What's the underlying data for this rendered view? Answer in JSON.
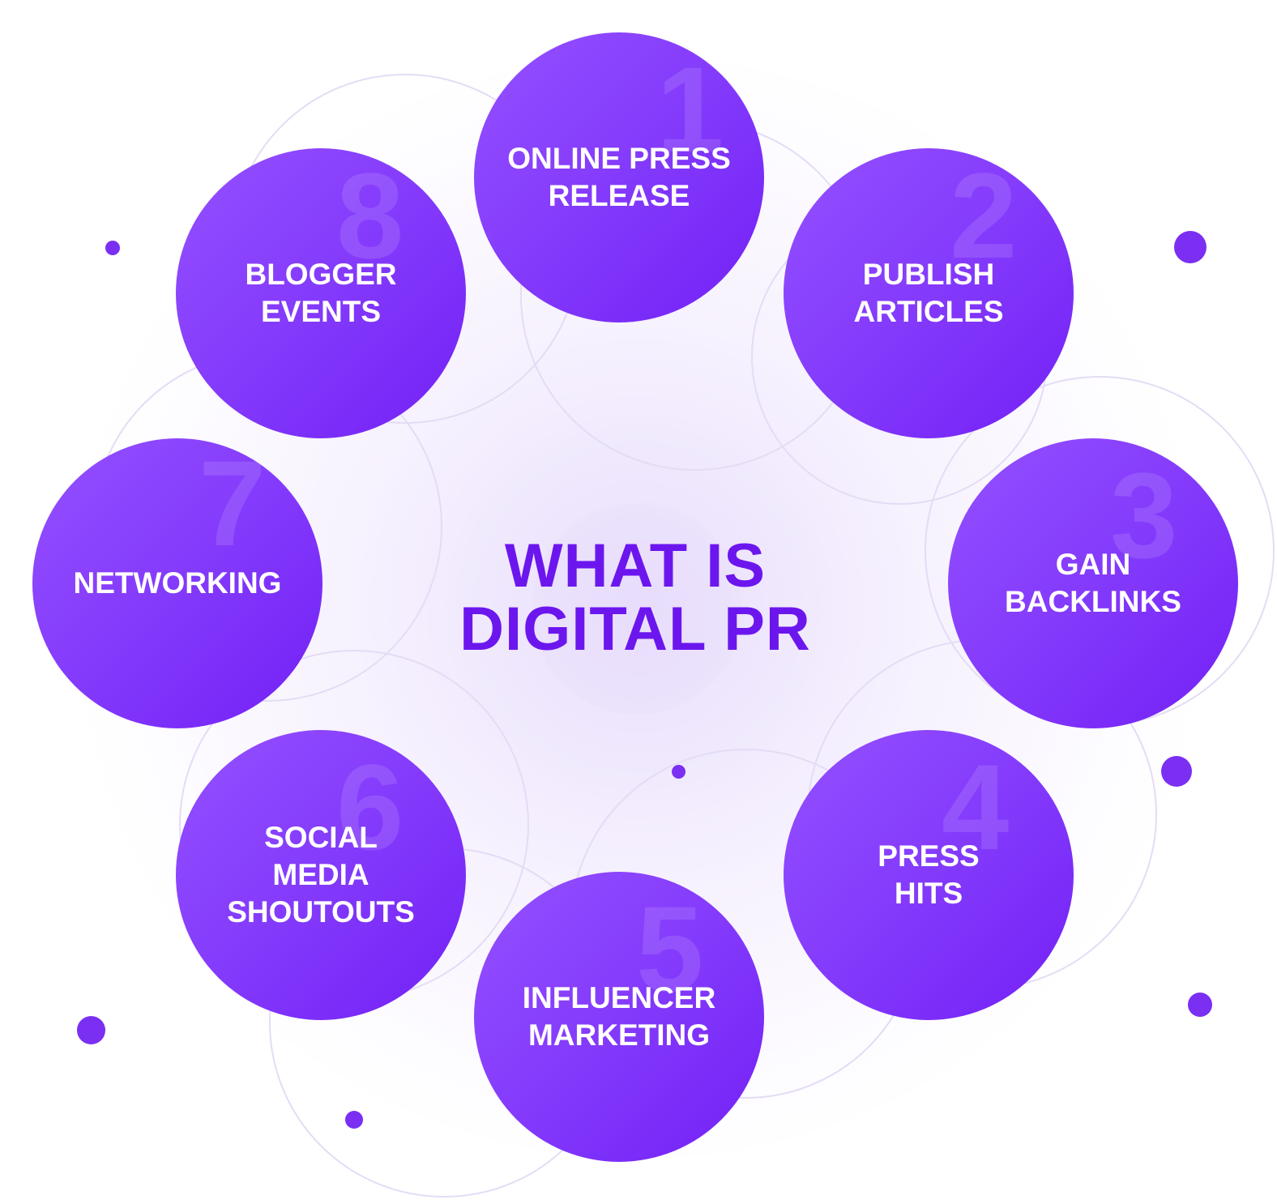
{
  "title": "WHAT IS\nDIGITAL PR",
  "accent_color": "#7b2ff2",
  "steps": [
    {
      "number": "1",
      "label": "ONLINE PRESS\nRELEASE"
    },
    {
      "number": "2",
      "label": "PUBLISH\nARTICLES"
    },
    {
      "number": "3",
      "label": "GAIN\nBACKLINKS"
    },
    {
      "number": "4",
      "label": "PRESS\nHITS"
    },
    {
      "number": "5",
      "label": "INFLUENCER\nMARKETING"
    },
    {
      "number": "6",
      "label": "SOCIAL\nMEDIA\nSHOUTOUTS"
    },
    {
      "number": "7",
      "label": "NETWORKING"
    },
    {
      "number": "8",
      "label": "BLOGGER\nEVENTS"
    }
  ]
}
